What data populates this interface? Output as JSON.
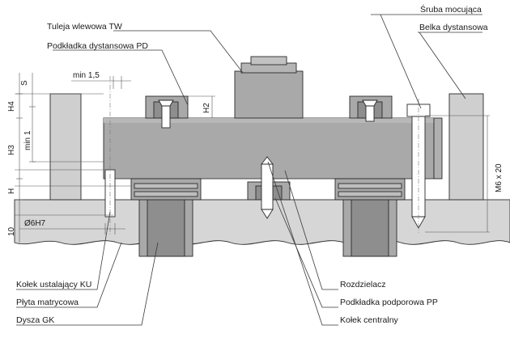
{
  "labels": {
    "tuleja": "Tuleja wlewowa TW",
    "podkladka_dyst": "Podkładka dystansowa PD",
    "sruba": "Śruba mocująca",
    "belka": "Belka dystansowa",
    "kolek_ustal": "Kołek ustalający KU",
    "plyta": "Płyta matrycowa",
    "dysza": "Dysza GK",
    "rozdzielacz": "Rozdzielacz",
    "podkladka_podp": "Podkładka podporowa PP",
    "kolek_centr": "Kołek centralny"
  },
  "dimensions": {
    "s": "S",
    "min15": "min 1,5",
    "h4": "H4",
    "h3": "H3",
    "min1": "min 1",
    "h": "H",
    "h2": "H2",
    "o6h7": "Ø6H7",
    "ten": "10",
    "m6x20": "M6 x 20"
  },
  "colors": {
    "steel_light": "#c9c9c9",
    "steel_mid": "#a9a9a9",
    "steel_dark": "#8e8e8e",
    "plate": "#d6d6d6"
  }
}
